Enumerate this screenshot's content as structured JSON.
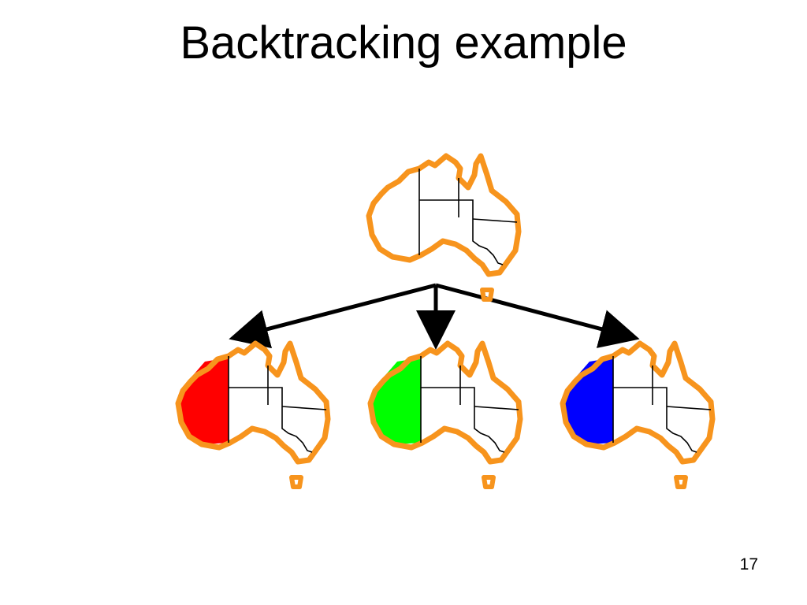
{
  "slide": {
    "title": "Backtracking example",
    "page_number": "17"
  },
  "diagram": {
    "outline_color": "#f7941d",
    "border_color": "#000000",
    "arrow_color": "#000000",
    "root": {
      "wa_fill": "none"
    },
    "children": [
      {
        "wa_fill": "#ff0000"
      },
      {
        "wa_fill": "#00ff00"
      },
      {
        "wa_fill": "#0000ff"
      }
    ]
  }
}
